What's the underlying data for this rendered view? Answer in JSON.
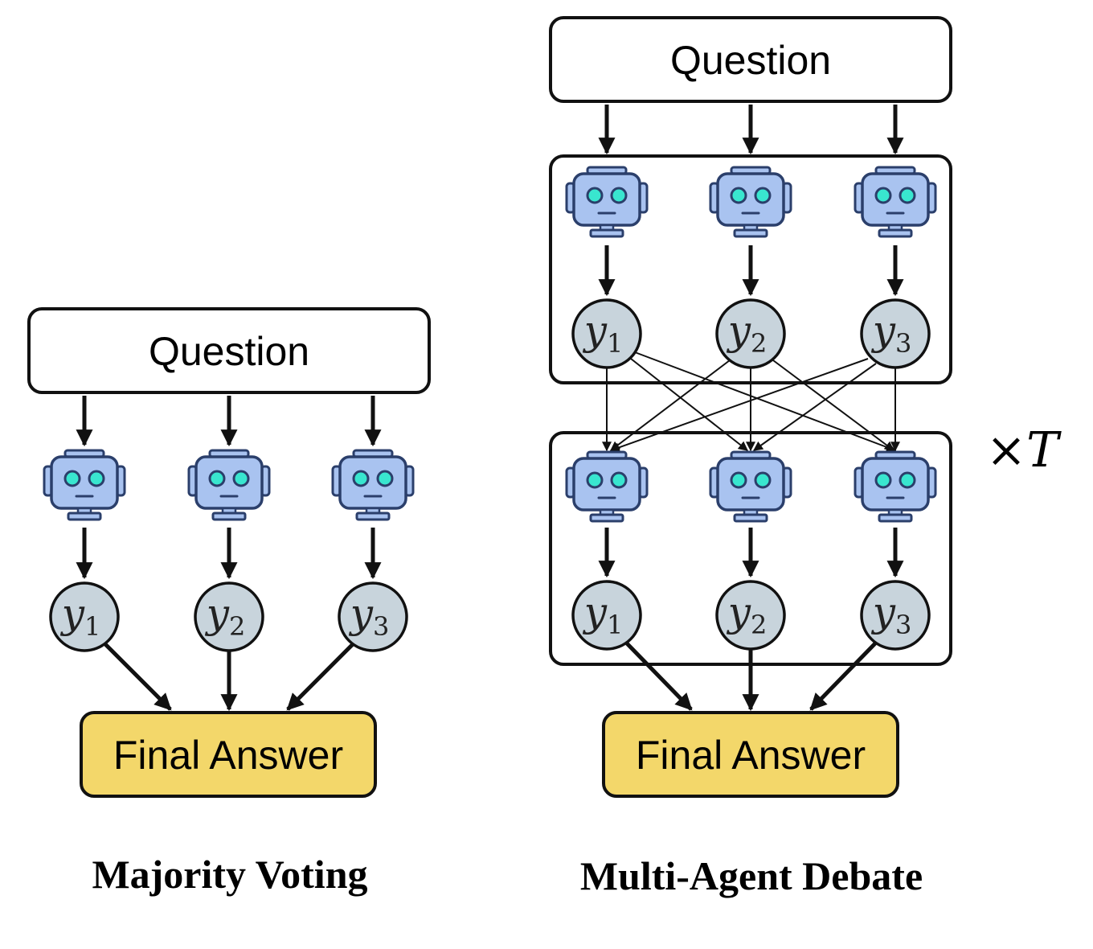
{
  "colors": {
    "answer_fill": "#f3d76a",
    "robot_body": "#a9c3f0",
    "robot_stroke": "#2b3f6b",
    "robot_eye": "#39e6cf",
    "node_fill": "#c8d4dc"
  },
  "left": {
    "question": "Question",
    "nodes": [
      {
        "var": "y",
        "sub": "1"
      },
      {
        "var": "y",
        "sub": "2"
      },
      {
        "var": "y",
        "sub": "3"
      }
    ],
    "final_answer": "Final Answer",
    "caption": "Majority Voting"
  },
  "right": {
    "question": "Question",
    "nodes_round1": [
      {
        "var": "y",
        "sub": "1"
      },
      {
        "var": "y",
        "sub": "2"
      },
      {
        "var": "y",
        "sub": "3"
      }
    ],
    "nodes_round2": [
      {
        "var": "y",
        "sub": "1"
      },
      {
        "var": "y",
        "sub": "2"
      },
      {
        "var": "y",
        "sub": "3"
      }
    ],
    "repeat_label_prefix": "×",
    "repeat_label_var": "T",
    "final_answer": "Final Answer",
    "caption": "Multi-Agent Debate"
  },
  "icons": {
    "agent": "robot-icon"
  }
}
